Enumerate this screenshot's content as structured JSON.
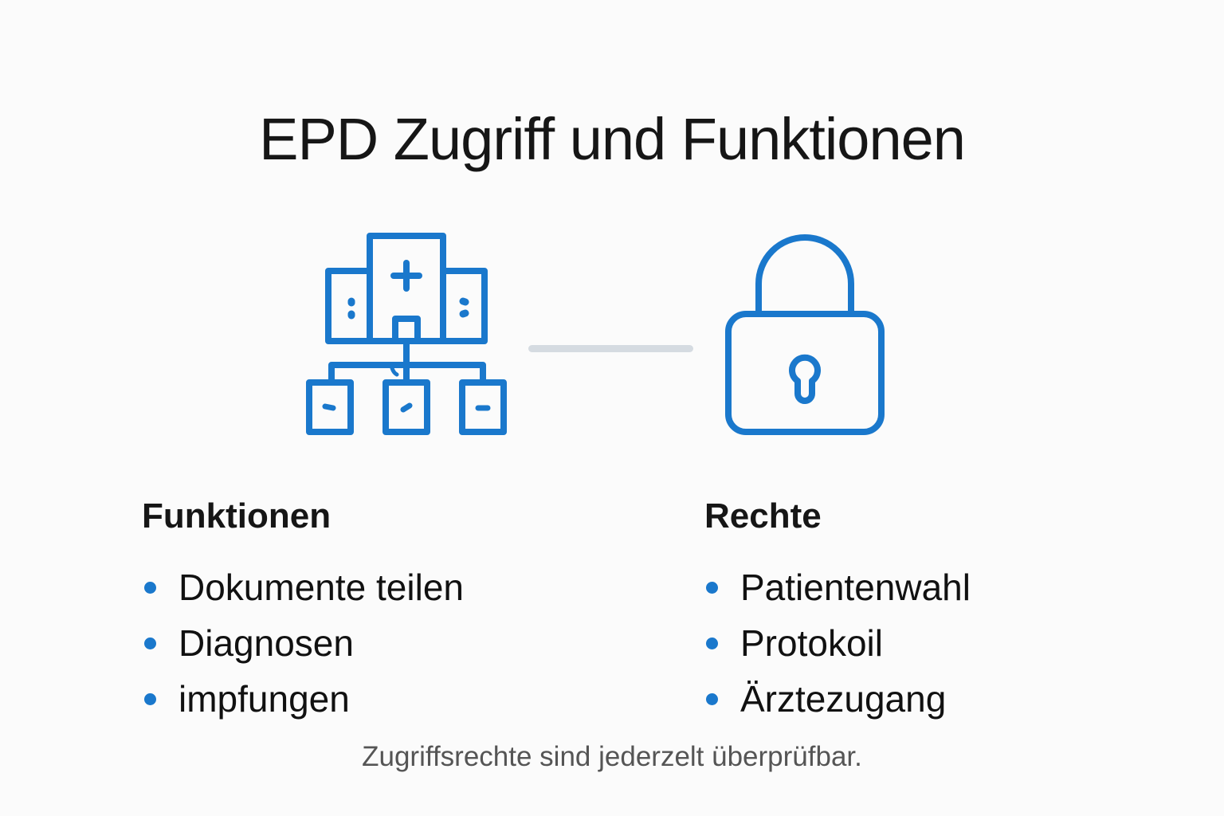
{
  "title": "EPD Zugriff und Funktionen",
  "colors": {
    "accent": "#1a78cc",
    "connector": "#d5dbe1",
    "text": "#161616",
    "footer_text": "#555555",
    "background": "#fbfbfb"
  },
  "icons": {
    "left": "hospital-network-icon",
    "right": "lock-icon"
  },
  "left_column": {
    "heading": "Funktionen",
    "items": [
      {
        "label": "Dokumente teilen"
      },
      {
        "label": "Diagnosen"
      },
      {
        "label": "impfungen"
      }
    ]
  },
  "right_column": {
    "heading": "Rechte",
    "items": [
      {
        "label": "Patientenwahl"
      },
      {
        "label": "Protokoil"
      },
      {
        "label": "Ärztezugang"
      }
    ]
  },
  "footer": "Zugriffsrechte sind jederzelt überprüfbar."
}
